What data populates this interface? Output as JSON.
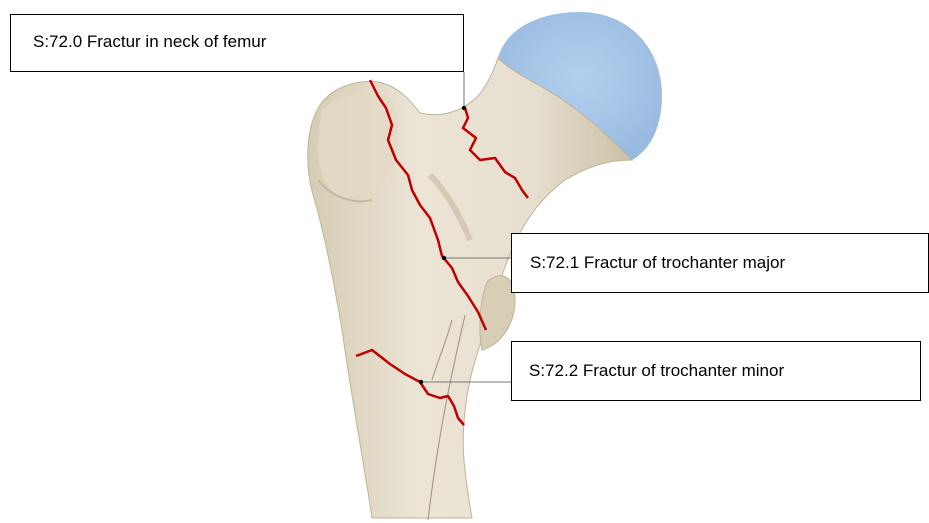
{
  "labels": {
    "neck": "S:72.0 Fractur in neck of femur",
    "trochanter_major": "S:72.1 Fractur of trochanter major",
    "trochanter_minor": "S:72.2 Fractur of trochanter minor"
  },
  "colors": {
    "bone": "#e8e0cf",
    "bone_shadow": "#cfc3a8",
    "head_cartilage": "#a7c5e8",
    "fracture": "#c00000",
    "leader_line": "#777777",
    "box_border": "#000000"
  }
}
